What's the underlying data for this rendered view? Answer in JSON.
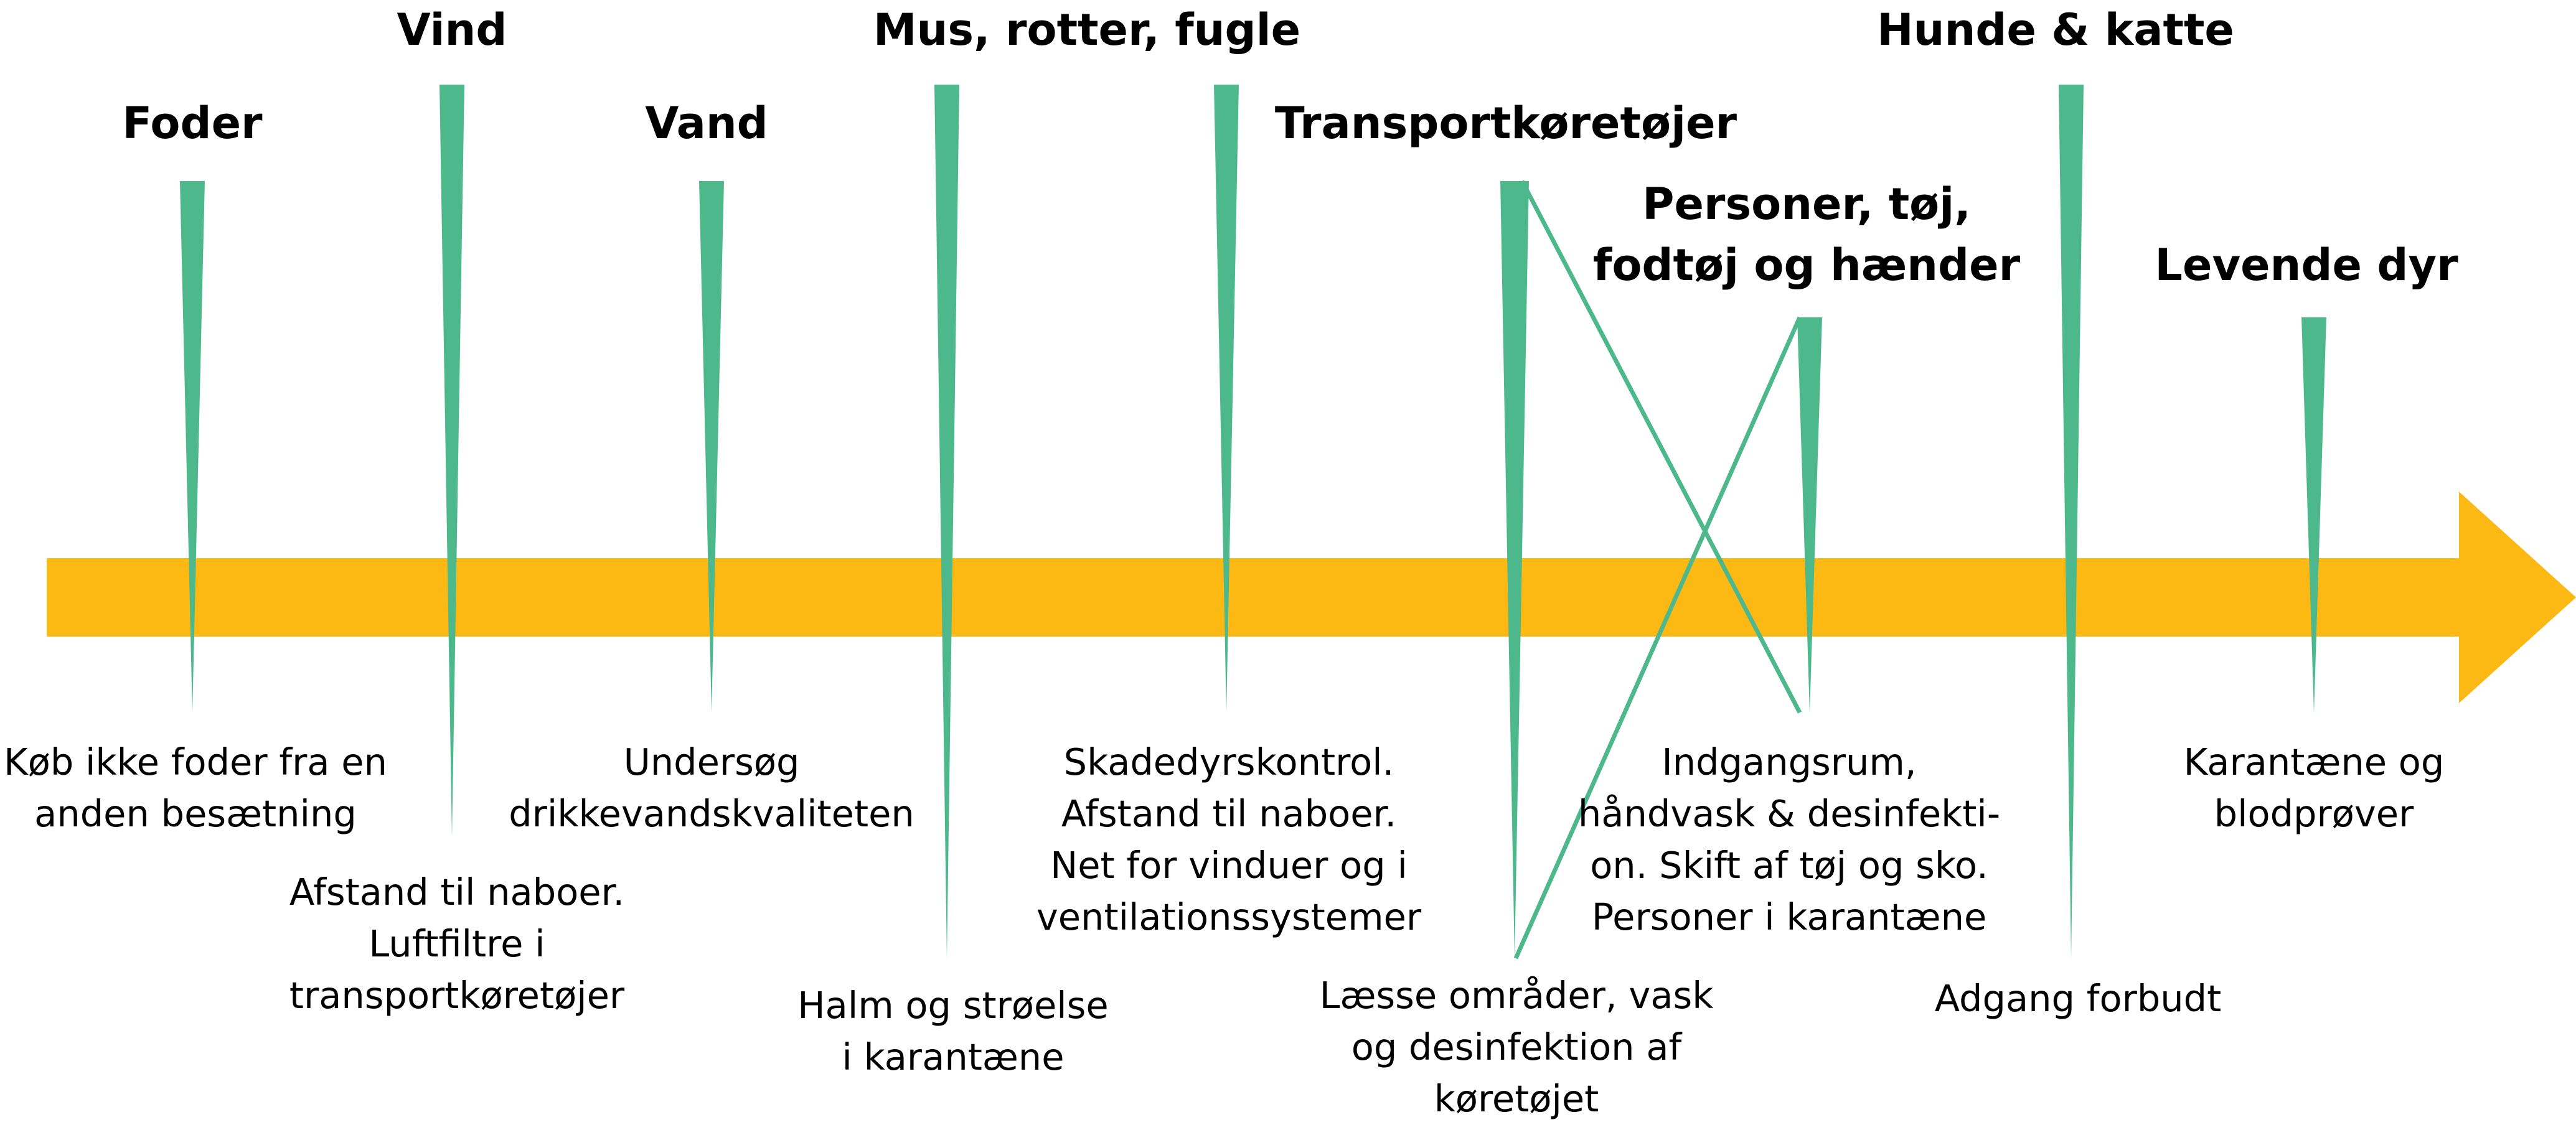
{
  "colors": {
    "arrow": "#FDB913",
    "spike": "#4DB88C",
    "text": "#000000",
    "background": "#FFFFFF"
  },
  "factors": [
    {
      "id": "foder",
      "title": [
        "Foder"
      ],
      "description": [
        "Køb ikke foder fra en",
        "anden besætning"
      ]
    },
    {
      "id": "vind",
      "title": [
        "Vind"
      ],
      "description": [
        "Afstand til naboer.",
        "Luftfiltre i",
        "transportkøretøjer"
      ]
    },
    {
      "id": "vand",
      "title": [
        "Vand"
      ],
      "description": [
        "Undersøg",
        "drikkevandskvaliteten"
      ]
    },
    {
      "id": "mus",
      "title": [
        "Mus, rotter, fugle"
      ],
      "description": [
        "Halm og strøelse",
        "i karantæne"
      ]
    },
    {
      "id": "skadedyr",
      "title": [],
      "description": [
        "Skadedyrskontrol.",
        "Afstand til naboer.",
        "Net for vinduer og i",
        "ventilationssystemer"
      ]
    },
    {
      "id": "transport",
      "title": [
        "Transportkøretøjer"
      ],
      "description": [
        "Læsse områder, vask",
        "og desinfektion af",
        "køretøjet"
      ]
    },
    {
      "id": "personer",
      "title": [
        "Personer, tøj,",
        "fodtøj og hænder"
      ],
      "description": [
        "Indgangsrum,",
        "håndvask & desinfekti-",
        "on. Skift af tøj og sko.",
        "Personer i karantæne"
      ]
    },
    {
      "id": "hunde",
      "title": [
        "Hunde & katte"
      ],
      "description": [
        "Adgang forbudt"
      ]
    },
    {
      "id": "levende",
      "title": [
        "Levende dyr"
      ],
      "description": [
        "Karantæne og",
        "blodprøver"
      ]
    }
  ]
}
